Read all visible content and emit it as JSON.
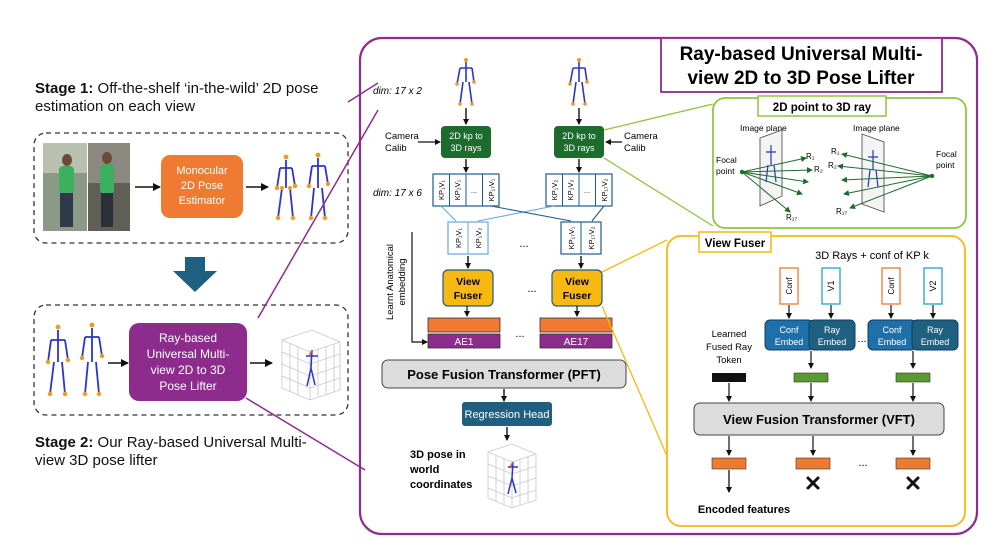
{
  "stage1": {
    "label": "Stage 1:",
    "text": " Off-the-shelf ‘in-the-wild’ 2D pose estimation on each view",
    "estimator_line1": "Monocular",
    "estimator_line2": "2D Pose",
    "estimator_line3": "Estimator"
  },
  "stage2": {
    "label": "Stage 2:",
    "text": " Our Ray-based Universal Multi-view 3D pose lifter",
    "lifter_line1": "Ray-based",
    "lifter_line2": "Universal Multi-",
    "lifter_line3": "view 2D to 3D",
    "lifter_line4": "Pose Lifter"
  },
  "main": {
    "title_line1": "Ray-based Universal Multi-",
    "title_line2": "view 2D to 3D Pose Lifter",
    "dim_2d": "dim: 17 x 2",
    "dim_6d": "dim: 17 x 6",
    "camera_calib_line1": "Camera",
    "camera_calib_line2": "Calib",
    "kp_to_rays_line1": "2D kp to",
    "kp_to_rays_line2": "3D rays",
    "kp_cells_view1": [
      "KP₁V₁",
      "KP₂V₁",
      "...",
      "KP₁₇V₁"
    ],
    "kp_cells_view2": [
      "KP₁V₂",
      "KP₂V₂",
      "...",
      "KP₁₇V₂"
    ],
    "pair1": [
      "KP₁V₁",
      "KP₁V₂"
    ],
    "pair17": [
      "KP₁₇V₁",
      "KP₁₇V₂"
    ],
    "ellipsis": "...",
    "view_fuser_line1": "View",
    "view_fuser_line2": "Fuser",
    "learnt_embedding_line1": "Learnt Anatomical",
    "learnt_embedding_line2": "embedding",
    "ae1": "AE1",
    "ae17": "AE17",
    "pft": "Pose Fusion Transformer (PFT)",
    "regression_head": "Regression Head",
    "output_line1": "3D pose in",
    "output_line2": "world",
    "output_line3": "coordinates"
  },
  "ray_panel": {
    "title": "2D point to 3D ray",
    "image_plane": "Image plane",
    "focal_line1": "Focal",
    "focal_line2": "point",
    "r1": "R₁",
    "r2": "R₂",
    "r17": "R₁₇"
  },
  "fuser_panel": {
    "title": "View Fuser",
    "subtitle": "3D Rays + conf of KP k",
    "conf": "Conf",
    "v1": "V1",
    "v2": "V2",
    "conf_embed_line1": "Conf",
    "conf_embed_line2": "Embed",
    "ray_embed_line1": "Ray",
    "ray_embed_line2": "Embed",
    "token_line1": "Learned",
    "token_line2": "Fused Ray",
    "token_line3": "Token",
    "vft": "View Fusion Transformer (VFT)",
    "encoded": "Encoded features",
    "ellipsis": "..."
  },
  "colors": {
    "purple": "#8e2c8e",
    "orange": "#ef7b33",
    "dark_green": "#1e6b2e",
    "teal_blue": "#1f5f7f",
    "embed_blue": "#1f6fa8",
    "yellow": "#f7b90f",
    "light_green": "#8dc63f",
    "mid_green": "#5a9a30",
    "arrow_blue": "#1e5c8a"
  }
}
